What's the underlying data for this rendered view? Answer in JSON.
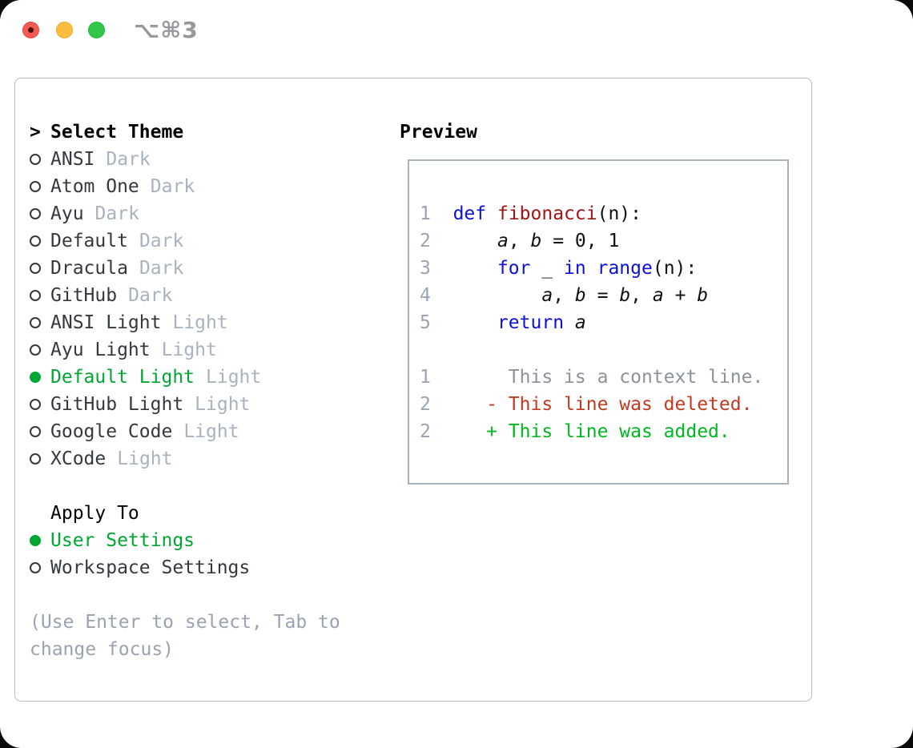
{
  "window": {
    "title": "⌥⌘3"
  },
  "titlebar": {
    "buttons": [
      "close",
      "minimize",
      "zoom"
    ]
  },
  "colors": {
    "selection_green": "#00a732",
    "added_green": "#00b81f",
    "deleted_red": "#c13a21",
    "keyword_blue": "#0b10e0",
    "function_red": "#a31515",
    "dim_gray": "#a9b2bf",
    "text_dark": "#34383f"
  },
  "left": {
    "header": {
      "prefix": ">",
      "label": "Select Theme"
    },
    "themes": [
      {
        "name": "ANSI",
        "variant": "Dark",
        "selected": false
      },
      {
        "name": "Atom One",
        "variant": "Dark",
        "selected": false
      },
      {
        "name": "Ayu",
        "variant": "Dark",
        "selected": false
      },
      {
        "name": "Default",
        "variant": "Dark",
        "selected": false
      },
      {
        "name": "Dracula",
        "variant": "Dark",
        "selected": false
      },
      {
        "name": "GitHub",
        "variant": "Dark",
        "selected": false
      },
      {
        "name": "ANSI Light",
        "variant": "Light",
        "selected": false
      },
      {
        "name": "Ayu Light",
        "variant": "Light",
        "selected": false
      },
      {
        "name": "Default Light",
        "variant": "Light",
        "selected": true
      },
      {
        "name": "GitHub Light",
        "variant": "Light",
        "selected": false
      },
      {
        "name": "Google Code",
        "variant": "Light",
        "selected": false
      },
      {
        "name": "XCode",
        "variant": "Light",
        "selected": false
      }
    ],
    "apply_to": {
      "label": "Apply To",
      "options": [
        {
          "name": "User Settings",
          "selected": true
        },
        {
          "name": "Workspace Settings",
          "selected": false
        }
      ]
    },
    "hint": "(Use Enter to select, Tab to change focus)"
  },
  "preview": {
    "label": "Preview",
    "lines": [
      {
        "num": "1",
        "parts": [
          {
            "t": "  ",
            "c": "pl"
          },
          {
            "t": "def",
            "c": "kw"
          },
          {
            "t": " ",
            "c": "pl"
          },
          {
            "t": "fibonacci",
            "c": "fn"
          },
          {
            "t": "(n):",
            "c": "pl"
          }
        ]
      },
      {
        "num": "2",
        "parts": [
          {
            "t": "      ",
            "c": "pl"
          },
          {
            "t": "a",
            "c": "var"
          },
          {
            "t": ", ",
            "c": "pl"
          },
          {
            "t": "b",
            "c": "var"
          },
          {
            "t": " = 0, 1",
            "c": "pl"
          }
        ]
      },
      {
        "num": "3",
        "parts": [
          {
            "t": "      ",
            "c": "pl"
          },
          {
            "t": "for",
            "c": "kw"
          },
          {
            "t": " _ ",
            "c": "pl"
          },
          {
            "t": "in",
            "c": "kw"
          },
          {
            "t": " ",
            "c": "pl"
          },
          {
            "t": "range",
            "c": "kw"
          },
          {
            "t": "(n):",
            "c": "pl"
          }
        ]
      },
      {
        "num": "4",
        "parts": [
          {
            "t": "          ",
            "c": "pl"
          },
          {
            "t": "a",
            "c": "var"
          },
          {
            "t": ", ",
            "c": "pl"
          },
          {
            "t": "b",
            "c": "var"
          },
          {
            "t": " = ",
            "c": "pl"
          },
          {
            "t": "b",
            "c": "var"
          },
          {
            "t": ", ",
            "c": "pl"
          },
          {
            "t": "a",
            "c": "var"
          },
          {
            "t": " + ",
            "c": "pl"
          },
          {
            "t": "b",
            "c": "var"
          }
        ]
      },
      {
        "num": "5",
        "parts": [
          {
            "t": "      ",
            "c": "pl"
          },
          {
            "t": "return",
            "c": "kw"
          },
          {
            "t": " ",
            "c": "pl"
          },
          {
            "t": "a",
            "c": "var"
          }
        ]
      },
      {
        "num": "",
        "parts": []
      },
      {
        "num": "1",
        "parts": [
          {
            "t": "       This is a context line.",
            "c": "ctx"
          }
        ]
      },
      {
        "num": "2",
        "parts": [
          {
            "t": "     ",
            "c": "pl"
          },
          {
            "t": "- This line was deleted.",
            "c": "del"
          }
        ]
      },
      {
        "num": "2",
        "parts": [
          {
            "t": "     ",
            "c": "pl"
          },
          {
            "t": "+ This line was added.",
            "c": "add"
          }
        ]
      }
    ]
  }
}
